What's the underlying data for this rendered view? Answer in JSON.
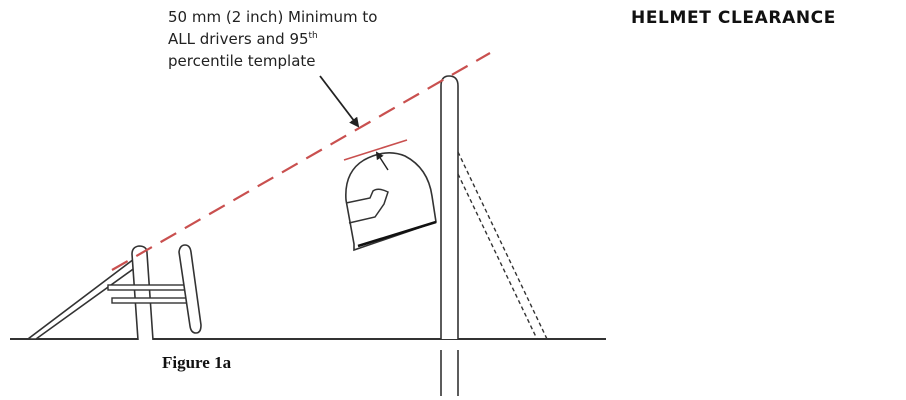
{
  "header": {
    "title": "HELMET CLEARANCE"
  },
  "annotation": {
    "line1": "50 mm (2 inch) Minimum to",
    "line2_prefix": "ALL drivers and 95",
    "line2_superscript": "th",
    "line3": "percentile template"
  },
  "figure": {
    "caption": "Figure 1a"
  },
  "colors": {
    "clearance_line": "#c9504f",
    "helmet_line": "#c9504f",
    "frame_stroke": "#333333"
  }
}
